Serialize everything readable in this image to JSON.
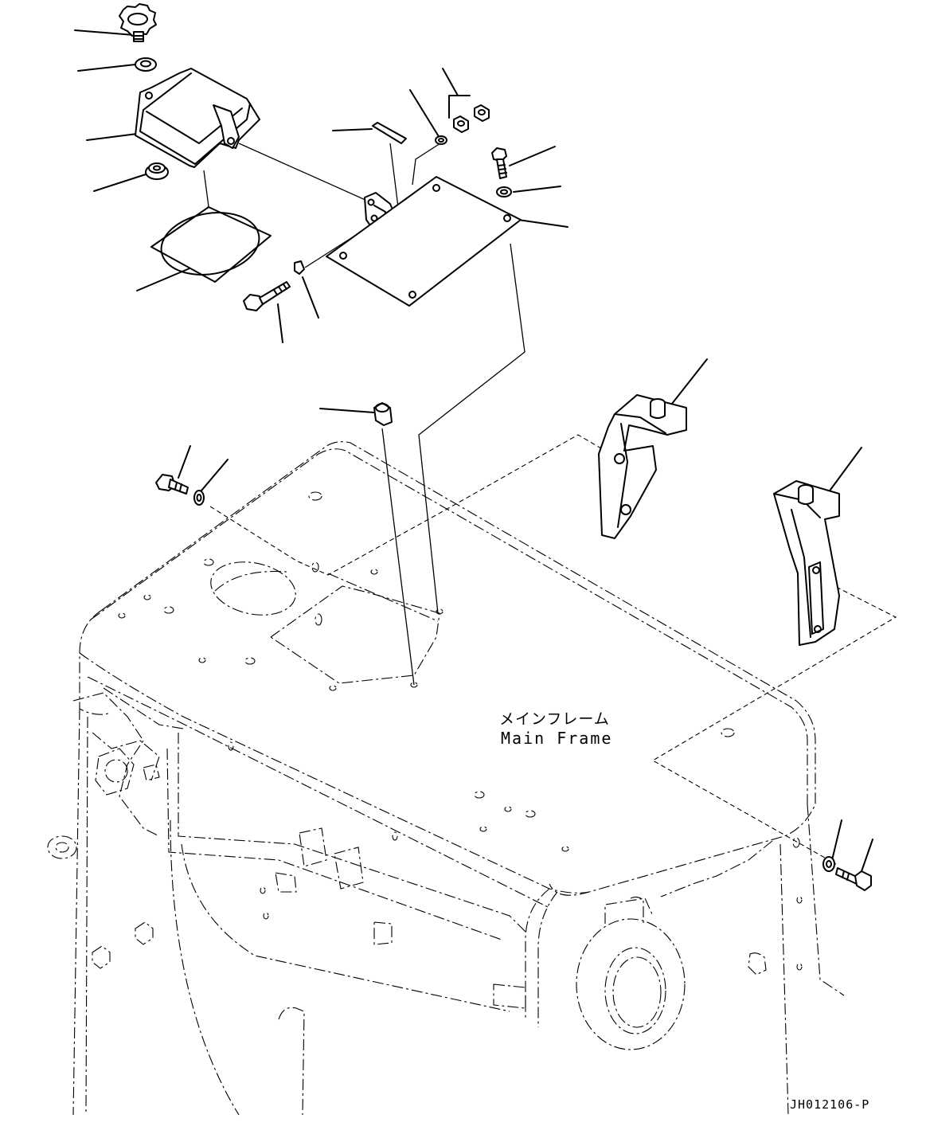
{
  "diagram": {
    "frame_label_jp": "メインフレーム",
    "frame_label_en": "Main Frame",
    "drawing_id": "JH012106-P"
  }
}
